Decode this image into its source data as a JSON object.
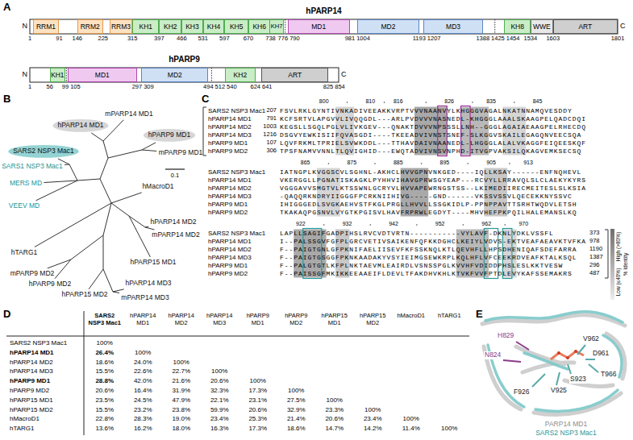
{
  "diagram": {
    "nodes": [
      {
        "text": [
          "RRM1"
        ]
      },
      {
        "text": [
          "RRM2"
        ]
      },
      {
        "text": [
          "RRM3"
        ]
      },
      {
        "text": [
          "KH1"
        ]
      },
      {
        "text": [
          "KH2"
        ]
      },
      {
        "text": [
          "KH3"
        ]
      },
      {
        "text": [
          "KH4"
        ]
      },
      {
        "text": [
          "KH5"
        ]
      },
      {
        "text": [
          "KH6"
        ]
      },
      {
        "text": [
          "KH7"
        ]
      },
      {
        "text": [
          "MD1"
        ]
      },
      {
        "text": [
          "MD2"
        ]
      },
      {
        "text": [
          "MD3"
        ]
      },
      {
        "text": [
          "KH8"
        ]
      },
      {
        "text": [
          "WWE"
        ]
      },
      {
        "text": [
          "ART"
        ]
      },
      {
        "text": [
          "KH1"
        ]
      },
      {
        "text": [
          "MD1"
        ]
      },
      {
        "text": [
          "MD2"
        ]
      },
      {
        "text": [
          "KH2"
        ]
      },
      {
        "text": [
          "ART"
        ]
      }
    ],
    "labels": [
      "A",
      "B",
      "C",
      "D",
      "E",
      "hPARP14",
      "N",
      "C",
      "1",
      "91",
      "146",
      "225",
      "315",
      "397",
      "466",
      "531",
      "597",
      "670",
      "738",
      "776",
      "790",
      "981",
      "1004",
      "1193",
      "1207",
      "1388",
      "1425",
      "1454",
      "1534",
      "1603",
      "1801",
      "hPARP9",
      "N",
      "C",
      "1",
      "56",
      "99",
      "105",
      "297",
      "309",
      "494",
      "512",
      "540",
      "624",
      "641",
      "825",
      "854",
      "mPARP14 MD1",
      "hPARP14 MD1",
      "hPARP9 MD1",
      "mPARP9 MD1",
      "SARS2 NSP3 Mac1",
      "SARS1 NSP3 Mac1",
      "MERS MD",
      "VEEV MD",
      "hMacroD1",
      "hPARP14 MD2",
      "mPARP14 MD2",
      "hTARG1",
      "hPARP15 MD1",
      "mPARP9 MD2",
      "hPARP9 MD2",
      "hPARP15 MD2",
      "hPARP14 MD3",
      "mPARP14 MD3",
      "0.1",
      "800",
      "810",
      "816",
      "826",
      "835",
      "845",
      "SARS2 NSP3 Mac1",
      "207",
      "FSVLRKLGYNTIVNKADIVEEAKKVRPTVVVNAANVYLKHGGGVAGALNKATNNAMQVESDDY",
      "hPARP14 MD1",
      "791",
      "KCFSRTVLAPGVVLIVQQGDL---ARLPVDVVVNASNEDL-KHGGGLAAALSKAAGPELQADCDQI",
      "hPARP14 MD2",
      "1003",
      "KEGSLLSGQLPGLVLIVKGEV---QNAKTDVVVNPSSSLLNH--GGGLAGAIAEAAGPELRHECDQ",
      "hPARP14 MD3",
      "1216",
      "DSGVYEWKISIIFQVASGDI----TKEEADVIVNSTSNEF-SLKGGVSKAILEGAGQNVEECSQA",
      "hPARP9 MD1",
      "107",
      "LQVFRKMLTPRIELSVWKDDL---TTHAVDAIVNAANEDL-LHGGGLALALVKAGGFEIQEESKQF",
      "hPARP9 MD2",
      "306",
      "TPSFNAMVVNNLTLQVIGHID---EWQTADVIVNSVNPHD-ITVGPVAKSILQKAGVEMKSECSQ",
      "865",
      "875",
      "885",
      "895",
      "905",
      "913",
      "SARS2 NSP3 Mac1",
      "IATNGPLKVGGSCVLSGHNL-AKHCLHVVGPNVNKGED----IQLLKSAY------ENFNQHEVL",
      "hPARP14 MD1",
      "VKERGGLLPGNATISKAGKLPYHHVIHAVGPRWSGYEAP---RCVYLLRRAVQLSLCLAEKYKYRS",
      "hPARP14 MD2",
      "VGGGAVVSMGTVLKTSSWNLGCRYVLHVVAPEWRNGSTSS--LKIMEDIIRECMEITESLSLKSIA",
      "hPARP14 MD3",
      "-QAQQRKNDRYIIGGGFPCRKNIIHIVG-----GND------VKSSVSSVLQECEKKNYSSVC",
      "hPARP9 MD1",
      "IHIGGGEDLSVGKAEHVSTFKGLPRGLLHVVLLSSGKIDLP-PPNPPAVTTSRHTWQDVLETSH",
      "hPARP9 MD2",
      "TKAKAQPGSNVLVYGTKPGISVLHAVFRPRWLEGDYT----MHVHEFPKPQILHALEMANSLKQ",
      "922",
      "932",
      "942",
      "952",
      "962",
      "970",
      "SARS2 NSP3 Mac1",
      "LAPLLSAGIFGADPIHSLRVCVDTVRTN-----------VYLAVF-DKNLYDKLVSSFL",
      "373",
      "hPARP14 MD1",
      "I--PALSSGVFGFPLGRCVETIVSAIKENFQFKKDGHCLKEIYLVDVS-EKTVEAFAEAVKTVFKA",
      "978",
      "hPARP14 MD2",
      "F--PAIGTGNLGFPKNIFAELIISEVFKFSSKNQLKTLQEVHFLLHPSDHENIQAFSDEFARRA",
      "1190",
      "hPARP14 MD3",
      "F--PAIGTGSGGFPKNKAADAKYVSYIEIMGSEWKRPLKQLHFLVFCEEKRDVEAFKTALKSQL",
      "1387",
      "hPARP9 MD1",
      "F--PALGTGTLKFPLNKTAEVMLEAIRDLVSNSSPGLKVVHFVDIDDPHSLESLKKTVESW",
      "296",
      "hPARP9 MD2",
      "F--PAISSGFMKIKKEEAAEIFLDEVLTFAKDHVKHLKTVKFVVFPTDLEVYKAFSSEMAKRS",
      "487",
      "% Identity",
      "SARS2 NSP3 Mac1",
      "hPARP14 MD1",
      "hPARP14 MD2",
      "hPARP14 MD3",
      "hPARP9 MD1",
      "hPARP9 MD2",
      "hPARP15 MD1",
      "hPARP15 MD2",
      "hMacroD1",
      "hTARG1",
      "SARS2 NSP3 Mac1",
      "100%",
      "hPARP14 MD1",
      "26.4%",
      "100%",
      "hPARP14 MD2",
      "18.6%",
      "24.0%",
      "100%",
      "hPARP14 MD3",
      "15.5%",
      "22.6%",
      "22.7%",
      "100%",
      "hPARP9 MD1",
      "28.8%",
      "42.0%",
      "21.6%",
      "20.6%",
      "100%",
      "hPARP9 MD2",
      "20.6%",
      "16.4%",
      "31.9%",
      "32.3%",
      "17.3%",
      "100%",
      "hPARP15 MD1",
      "23.5%",
      "24.5%",
      "47.9%",
      "22.1%",
      "23.1%",
      "27.5%",
      "100%",
      "hPARP15 MD2",
      "15.5%",
      "23.2%",
      "23.8%",
      "59.9%",
      "20.6%",
      "32.9%",
      "23.3%",
      "100%",
      "hMacroD1",
      "22.8%",
      "28.3%",
      "19.0%",
      "23.4%",
      "25.3%",
      "21.4%",
      "20.6%",
      "23.4%",
      "100%",
      "hTARG1",
      "13.6%",
      "16.2%",
      "18.0%",
      "16.3%",
      "17.3%",
      "18.6%",
      "14.7%",
      "14.2%",
      "11.4%",
      "100%",
      "H829",
      "N824",
      "V962",
      "D961",
      "T966",
      "S923",
      "F926",
      "V925",
      "PARP14 MD1",
      "SARS2 NSP3 Mac1"
    ],
    "legend": [
      {
        "text": "High (>80%)",
        "color": "#6e6e6e"
      },
      {
        "text": "Low (≤40%)",
        "color": "#ededed"
      }
    ]
  }
}
